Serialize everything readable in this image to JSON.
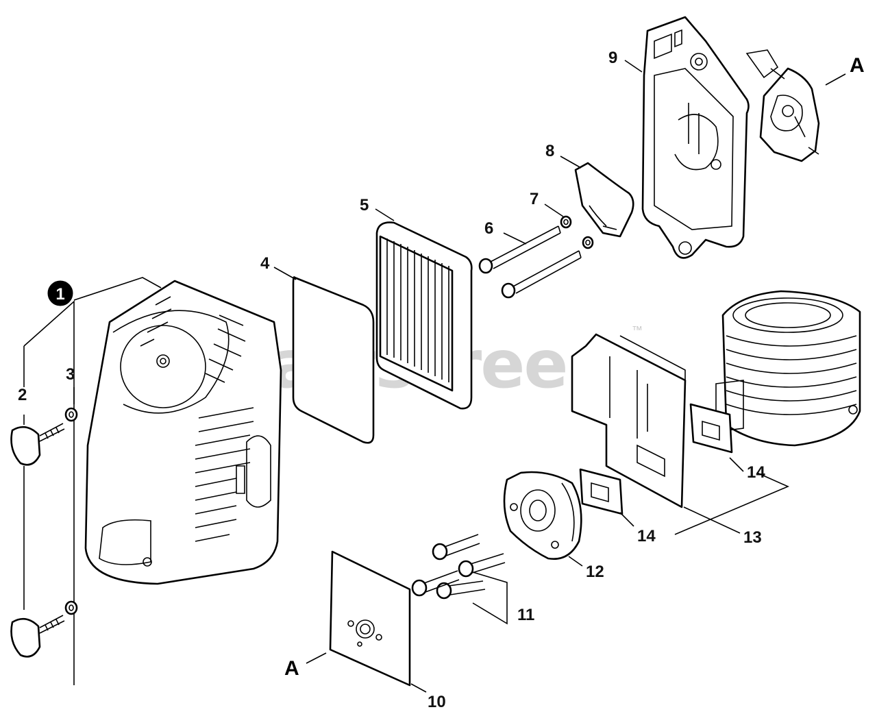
{
  "watermark": {
    "text": "PartsTree",
    "trademark": "™"
  },
  "callouts": {
    "c1": "1",
    "c2": "2",
    "c3": "3",
    "c4": "4",
    "c5": "5",
    "c6": "6",
    "c7": "7",
    "c8": "8",
    "c9": "9",
    "c10": "10",
    "c11": "11",
    "c12": "12",
    "c13": "13",
    "c14a": "14",
    "c14b": "14"
  },
  "refs": {
    "top": "A",
    "bottom": "A"
  }
}
